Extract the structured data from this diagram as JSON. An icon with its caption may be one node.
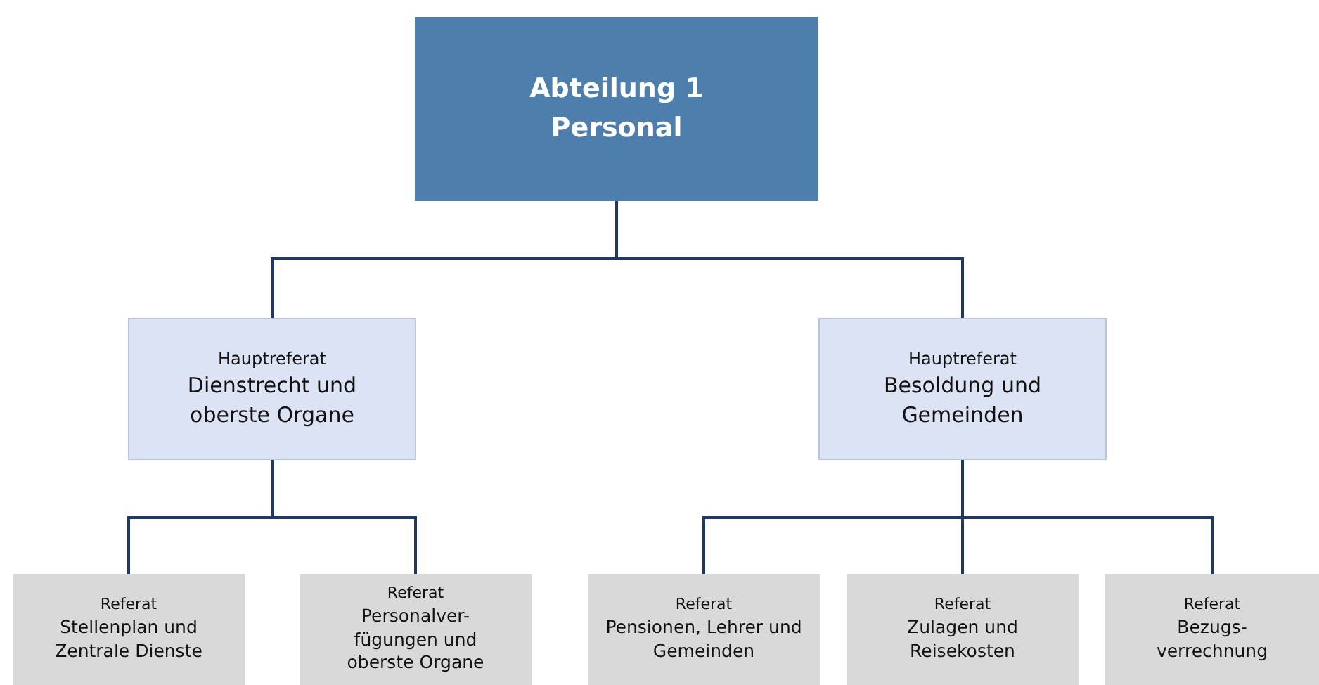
{
  "diagram": {
    "nodes": [
      {
        "text": [
          "Abteilung 1 Personal"
        ]
      },
      {
        "text": [
          "Hauptreferat",
          "Dienstrecht und oberste Organe"
        ]
      },
      {
        "text": [
          "Hauptreferat",
          "Besoldung und Gemeinden"
        ]
      },
      {
        "text": [
          "Referat",
          "Stellenplan und Zentrale Dienste"
        ]
      },
      {
        "text": [
          "Referat",
          "Personalver- fügungen und oberste Organe"
        ]
      },
      {
        "text": [
          "Referat",
          "Pensionen, Lehrer und Gemeinden"
        ]
      },
      {
        "text": [
          "Referat",
          "Zulagen und Reisekosten"
        ]
      },
      {
        "text": [
          "Referat",
          "Bezugs- verrechnung"
        ]
      }
    ],
    "edges": [
      {
        "from": 0,
        "to": 1,
        "arrow": "none"
      },
      {
        "from": 0,
        "to": 2,
        "arrow": "none"
      },
      {
        "from": 1,
        "to": 3,
        "arrow": "none"
      },
      {
        "from": 1,
        "to": 4,
        "arrow": "none"
      },
      {
        "from": 2,
        "to": 5,
        "arrow": "none"
      },
      {
        "from": 2,
        "to": 6,
        "arrow": "none"
      },
      {
        "from": 2,
        "to": 7,
        "arrow": "none"
      }
    ]
  }
}
